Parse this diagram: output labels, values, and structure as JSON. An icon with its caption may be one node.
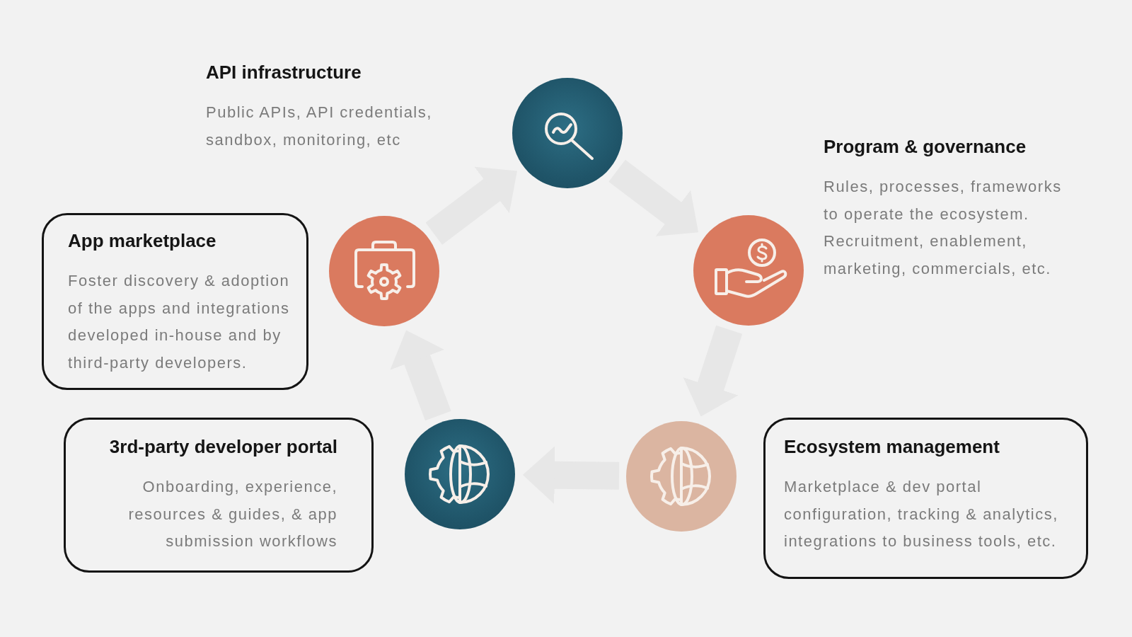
{
  "diagram": {
    "nodes": [
      {
        "text": [],
        "shape": "circle",
        "beside": [
          "API infrastructure",
          "Public APIs, API credentials, sandbox, monitoring, etc"
        ]
      },
      {
        "text": [],
        "shape": "circle",
        "beside": [
          "Program & governance",
          "Rules, processes, frameworks to operate the ecosystem. Recruitment, enablement, marketing, commercials, etc."
        ]
      },
      {
        "text": [
          "App marketplace",
          "Foster discovery & adoption of the apps and integrations developed in-house and by third-party developers."
        ]
      },
      {
        "text": [],
        "shape": "circle"
      },
      {
        "text": [
          "3rd-party developer portal",
          "Onboarding, experience, resources & guides, & app submission workflows"
        ]
      },
      {
        "text": [],
        "shape": "circle"
      },
      {
        "text": [],
        "shape": "circle"
      },
      {
        "text": [
          "Ecosystem management",
          "Marketplace & dev portal configuration, tracking & analytics, integrations to business tools, etc."
        ]
      }
    ],
    "edges": [
      {
        "from": 3,
        "to": 0,
        "arrow": "to"
      },
      {
        "from": 0,
        "to": 1,
        "arrow": "to"
      },
      {
        "from": 1,
        "to": 6,
        "arrow": "to"
      },
      {
        "from": 6,
        "to": 5,
        "arrow": "to"
      },
      {
        "from": 5,
        "to": 3,
        "arrow": "to"
      }
    ]
  }
}
